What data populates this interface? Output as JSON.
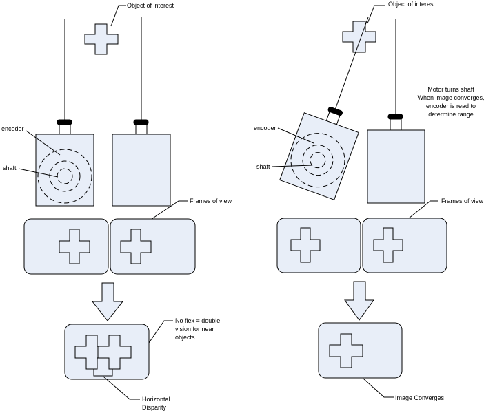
{
  "labels": {
    "object_left": "Object of interest",
    "object_right": "Object of interest",
    "encoder_left": "encoder",
    "shaft_left": "shaft",
    "encoder_right": "encoder",
    "shaft_right": "shaft",
    "frames_left": "Frames of view",
    "frames_right": "Frames of view",
    "motor_line1": "Motor turns shaft",
    "motor_line2": "When image converges,",
    "motor_line3": "encoder is read to",
    "motor_line4": "determine range",
    "noflex_line1": "No flex = double",
    "noflex_line2": "vision for near",
    "noflex_line3": "objects",
    "hd_line1": "Horizontal",
    "hd_line2": "Disparity",
    "converges": "Image Converges"
  }
}
